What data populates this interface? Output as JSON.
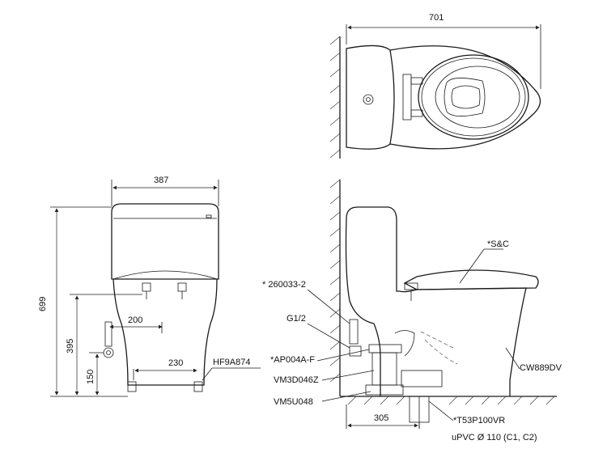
{
  "dimensions": {
    "top_width": "701",
    "front_width": "387",
    "overall_height": "699",
    "outlet_height": "395",
    "supply_height": "150",
    "supply_offset": "200",
    "outlet_offset": "230",
    "side_outlet_offset": "305"
  },
  "parts": {
    "hose": "HF9A874",
    "seat": "*S&C",
    "valve": "* 260033-2",
    "thread": "G1/2",
    "flush": "*AP004A-F",
    "fill": "VM3D046Z",
    "gasket": "VM5U048",
    "body": "CW889DV",
    "trap": "*T53P100VR",
    "pipe": "uPVC   Ø 110 (C1, C2)"
  }
}
